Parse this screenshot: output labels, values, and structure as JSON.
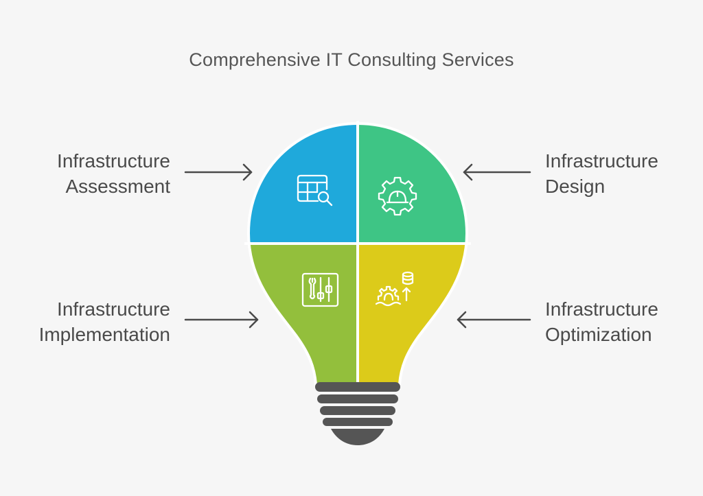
{
  "title": "Comprehensive IT Consulting Services",
  "segments": {
    "assessment": {
      "line1": "Infrastructure",
      "line2": "Assessment",
      "color": "#1fa9db",
      "icon": "table-search-icon"
    },
    "design": {
      "line1": "Infrastructure",
      "line2": "Design",
      "color": "#3ec585",
      "icon": "gear-hardhat-icon"
    },
    "implementation": {
      "line1": "Infrastructure",
      "line2": "Implementation",
      "color": "#93bf3c",
      "icon": "tools-sliders-icon"
    },
    "optimization": {
      "line1": "Infrastructure",
      "line2": "Optimization",
      "color": "#dccb1a",
      "icon": "gear-database-arrow-icon"
    }
  },
  "colors": {
    "background": "#f6f6f6",
    "arrow": "#4a4a4a",
    "base": "#555555",
    "outline": "#ffffff"
  }
}
